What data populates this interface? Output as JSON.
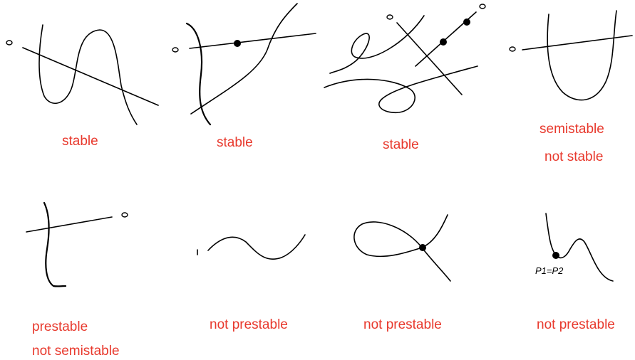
{
  "colors": {
    "label": "#e8392d",
    "ink": "#000000",
    "background": "#ffffff"
  },
  "panels": [
    {
      "id": "p1",
      "labels": [
        "stable"
      ]
    },
    {
      "id": "p2",
      "labels": [
        "stable"
      ]
    },
    {
      "id": "p3",
      "labels": [
        "stable"
      ]
    },
    {
      "id": "p4",
      "labels": [
        "semistable",
        "not stable"
      ]
    },
    {
      "id": "p5",
      "labels": [
        "prestable",
        "not semistable"
      ]
    },
    {
      "id": "p6",
      "labels": [
        "not prestable"
      ]
    },
    {
      "id": "p7",
      "labels": [
        "not prestable"
      ]
    },
    {
      "id": "p8",
      "labels": [
        "not prestable"
      ],
      "point_annotation": "P1=P2"
    }
  ]
}
